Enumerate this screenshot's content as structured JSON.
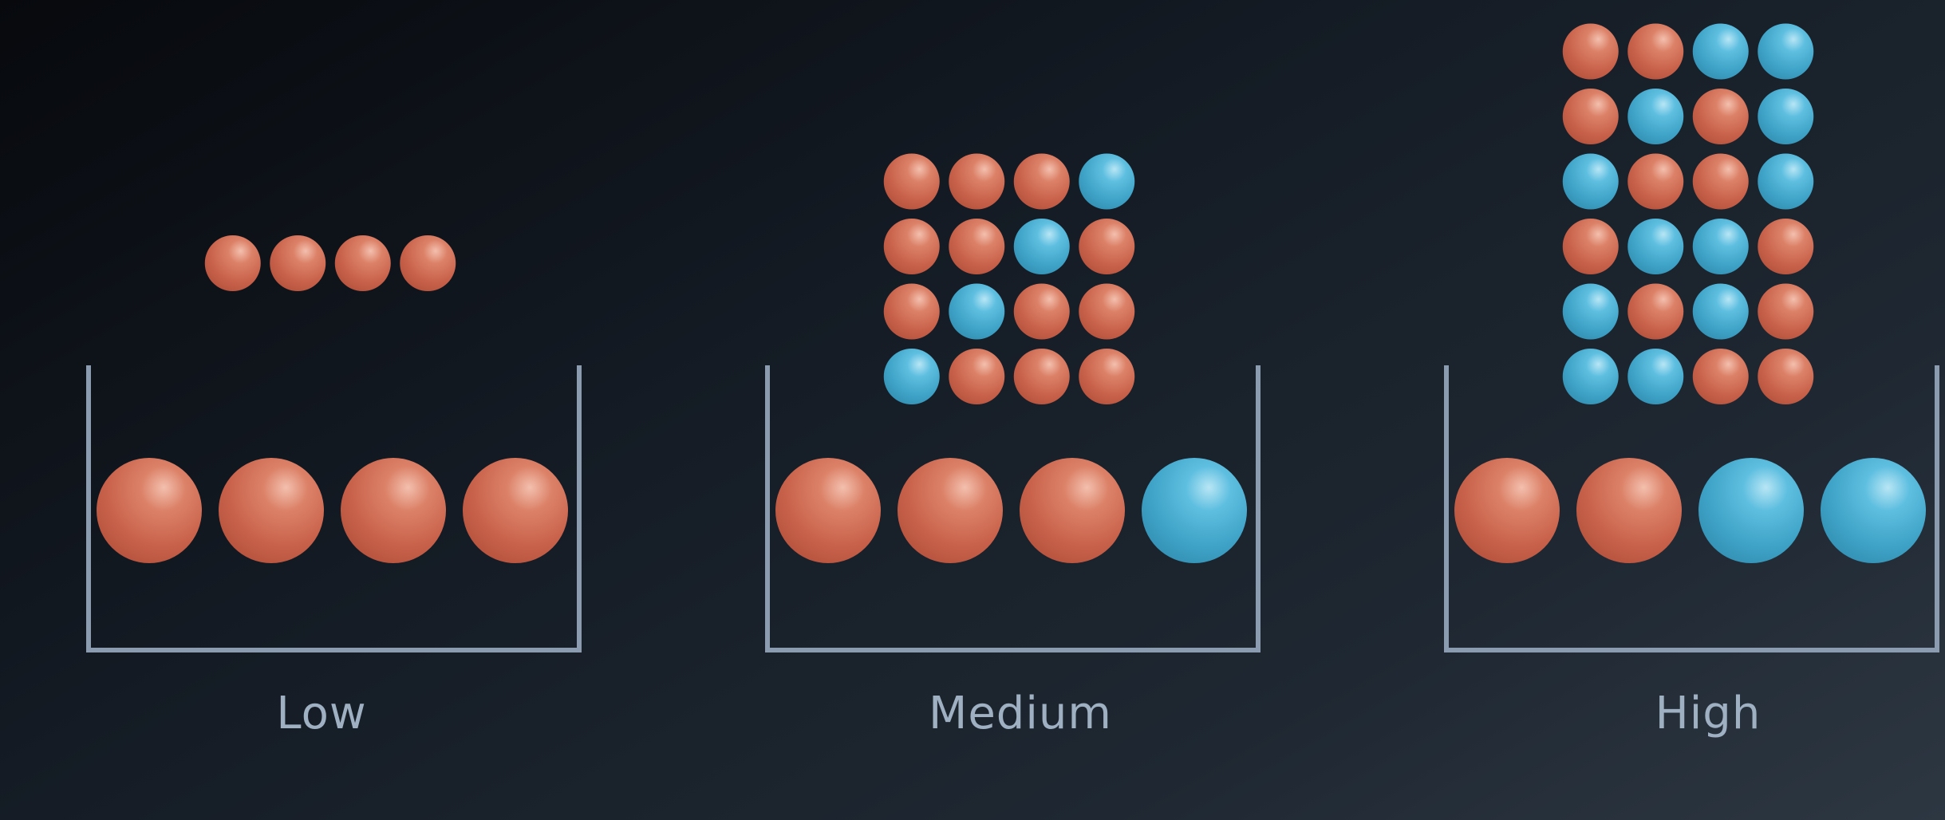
{
  "colors": {
    "orange": "#cf6a52",
    "blue": "#45a9cc",
    "container": "#8b9cb0",
    "label": "#9fb0c2"
  },
  "panels": [
    {
      "label": "Low",
      "bottom": [
        "orange",
        "orange",
        "orange",
        "orange"
      ],
      "grid": [
        [
          "orange",
          "orange",
          "orange",
          "orange"
        ]
      ]
    },
    {
      "label": "Medium",
      "bottom": [
        "orange",
        "orange",
        "orange",
        "blue"
      ],
      "grid": [
        [
          "orange",
          "orange",
          "orange",
          "blue"
        ],
        [
          "orange",
          "orange",
          "blue",
          "orange"
        ],
        [
          "orange",
          "blue",
          "orange",
          "orange"
        ],
        [
          "blue",
          "orange",
          "orange",
          "orange"
        ]
      ]
    },
    {
      "label": "High",
      "bottom": [
        "orange",
        "orange",
        "blue",
        "blue"
      ],
      "grid": [
        [
          "orange",
          "orange",
          "blue",
          "blue"
        ],
        [
          "orange",
          "blue",
          "orange",
          "blue"
        ],
        [
          "blue",
          "orange",
          "orange",
          "blue"
        ],
        [
          "orange",
          "blue",
          "blue",
          "orange"
        ],
        [
          "blue",
          "orange",
          "blue",
          "orange"
        ],
        [
          "blue",
          "blue",
          "orange",
          "orange"
        ]
      ]
    }
  ]
}
